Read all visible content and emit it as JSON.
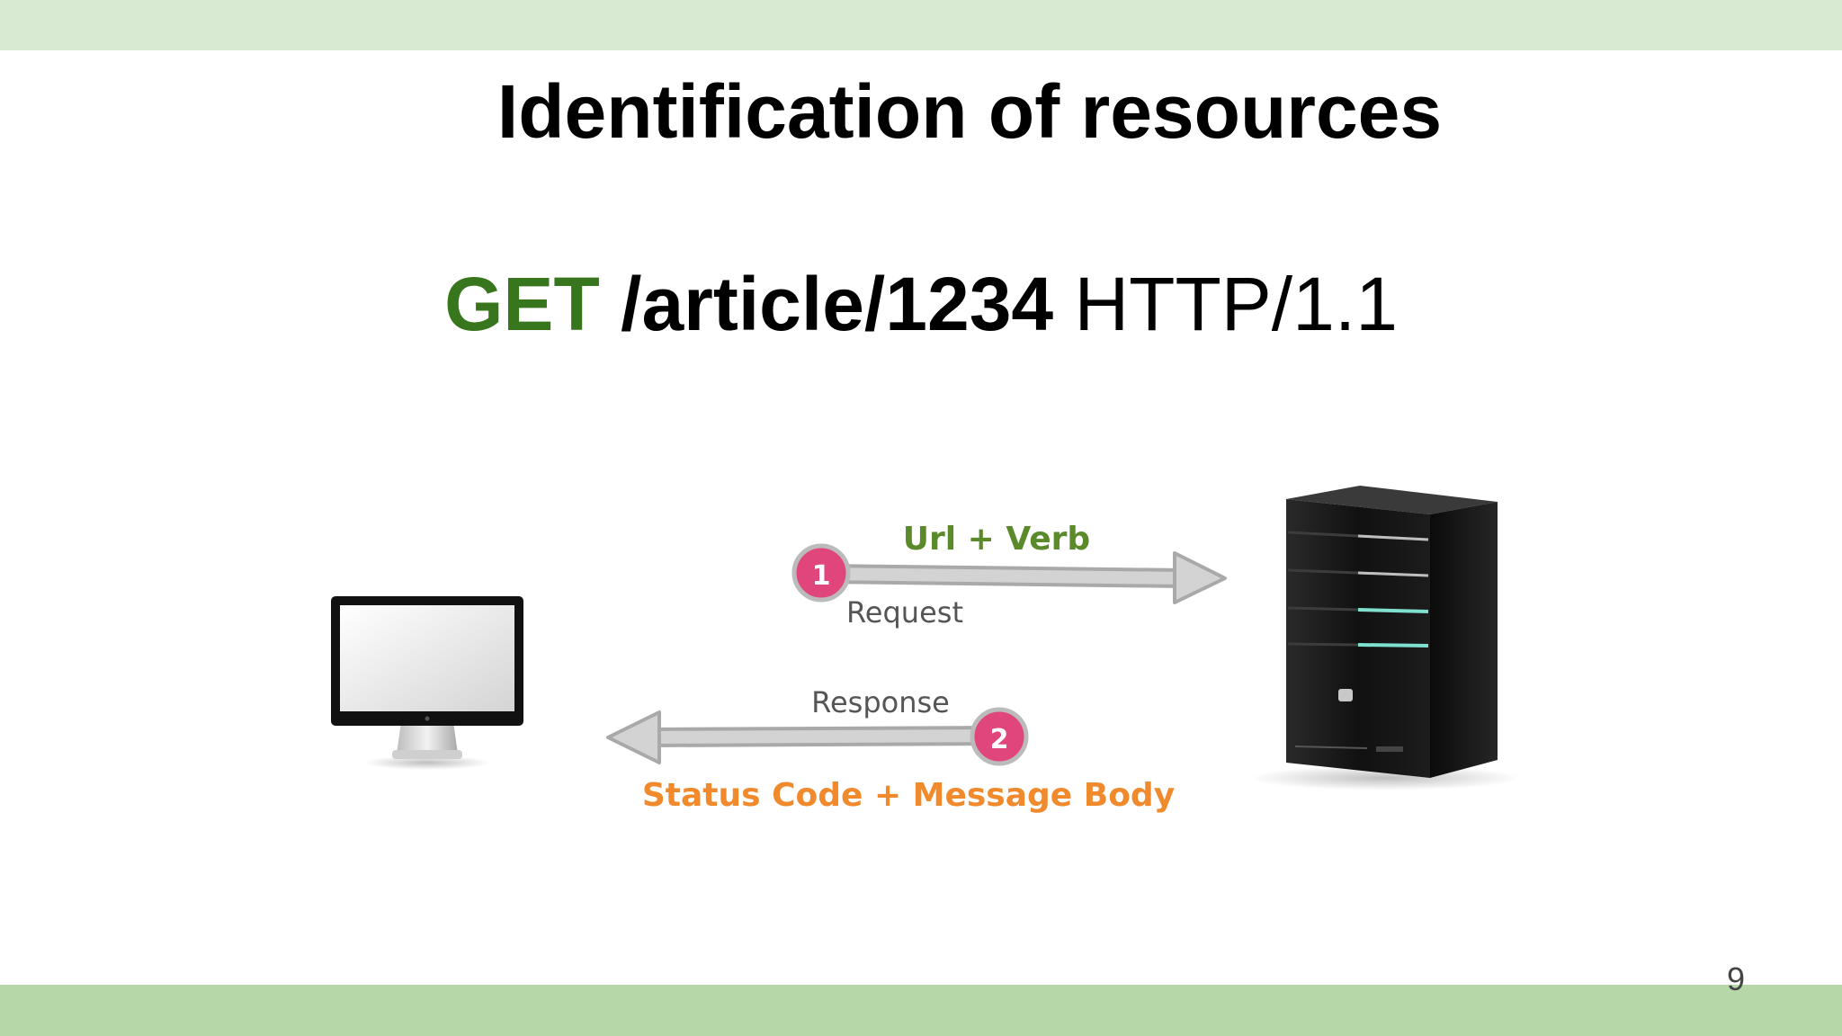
{
  "slide": {
    "title": "Identification of resources",
    "page_number": "9"
  },
  "request_line": {
    "verb": "GET",
    "path": "/article/1234",
    "protocol": "HTTP/1.1"
  },
  "diagram": {
    "request": {
      "step": "1",
      "top_label": "Url  +  Verb",
      "bottom_label": "Request",
      "label_color": "#5a8a2a"
    },
    "response": {
      "step": "2",
      "top_label": "Response",
      "bottom_label": "Status Code  +  Message Body",
      "label_color": "#f08a2c"
    },
    "badge_color": "#e0457b",
    "arrow_color": "#cfcfcf"
  }
}
